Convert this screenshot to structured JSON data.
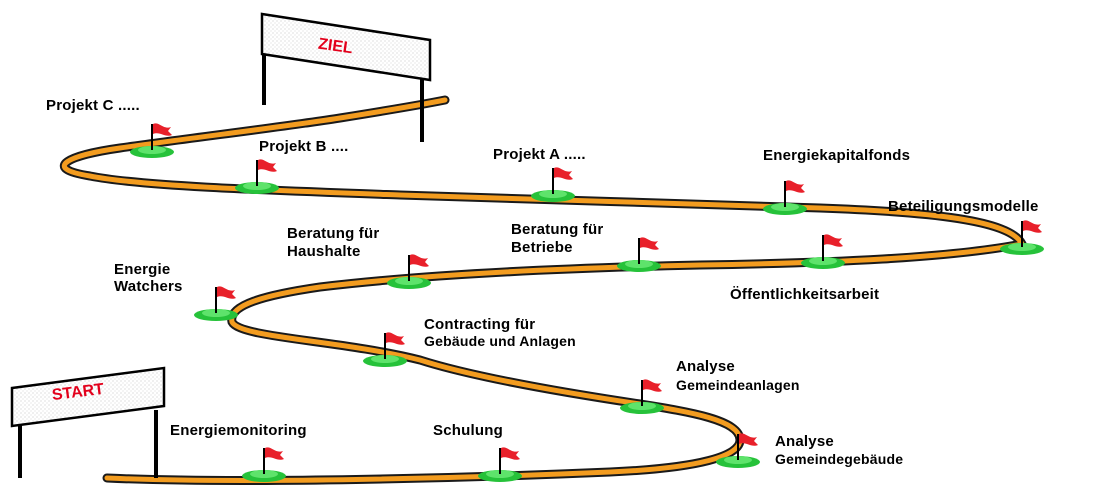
{
  "signs": {
    "start": "START",
    "goal": "ZIEL"
  },
  "milestones": {
    "projekt_c": "Projekt C .....",
    "projekt_b": "Projekt B ....",
    "projekt_a": "Projekt A .....",
    "energiekapitalfonds": "Energiekapitalfonds",
    "beteiligungsmodelle": "Beteiligungsmodelle",
    "beratung_haushalte_1": "Beratung für",
    "beratung_haushalte_2": "Haushalte",
    "beratung_betriebe_1": "Beratung für",
    "beratung_betriebe_2": "Betriebe",
    "energie_watchers_1": "Energie",
    "energie_watchers_2": "Watchers",
    "oeffentlichkeitsarbeit": "Öffentlichkeitsarbeit",
    "contracting_1": "Contracting für",
    "contracting_2": "Gebäude und Anlagen",
    "analyse_anlagen_1": "Analyse",
    "analyse_anlagen_2": "Gemeindeanlagen",
    "energiemonitoring": "Energiemonitoring",
    "schulung": "Schulung",
    "analyse_gebaeude_1": "Analyse",
    "analyse_gebaeude_2": "Gemeindegebäude"
  },
  "colors": {
    "road": "#f39c1f",
    "road_edge": "#1a1a1a",
    "flag": "#e8202a",
    "hill": "#26c23a",
    "sign_text": "#e3001b"
  }
}
